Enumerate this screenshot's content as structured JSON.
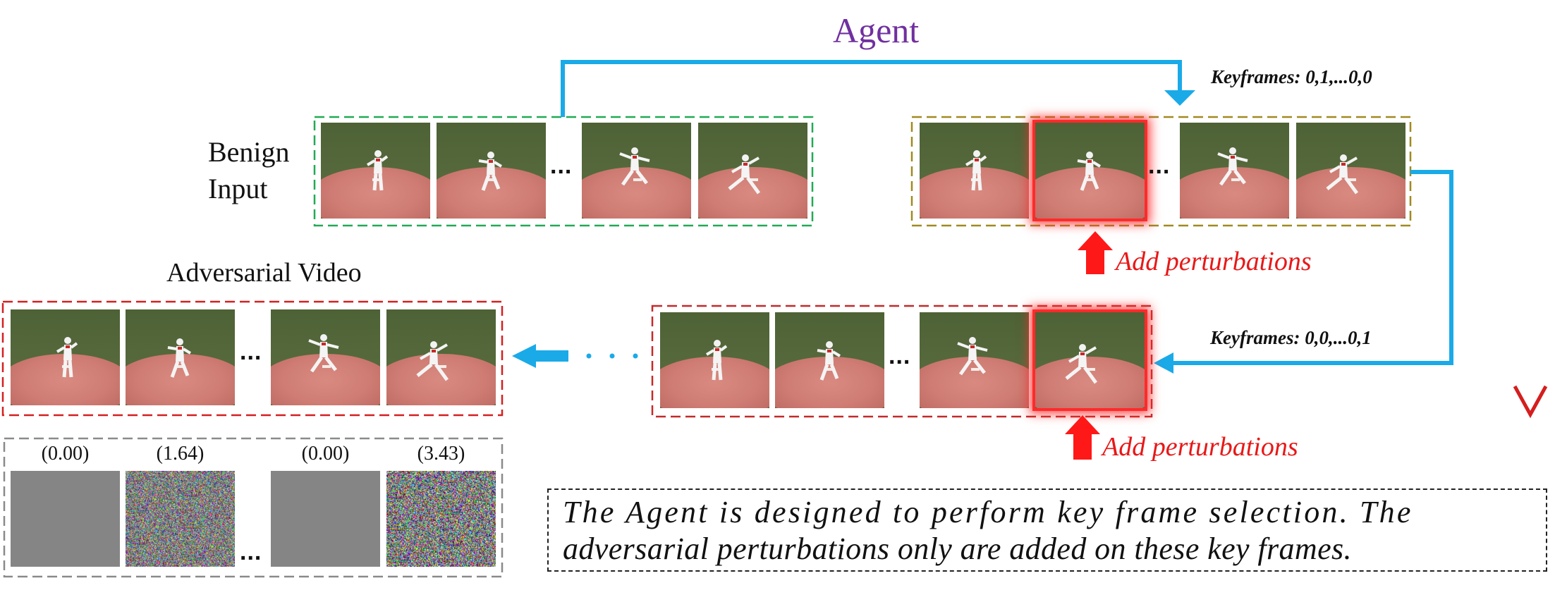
{
  "agent_label": "Agent",
  "benign_label_line1": "Benign",
  "benign_label_line2": "Input",
  "adversarial_label": "Adversarial Video",
  "keyframes_top": "Keyframes: 0,1,...0,0",
  "keyframes_bottom": "Keyframes: 0,0,...0,1",
  "add_perturbations_top": "Add perturbations",
  "add_perturbations_bottom": "Add perturbations",
  "ellipsis": "...",
  "scores": [
    "(0.00)",
    "(1.64)",
    "(0.00)",
    "(3.43)"
  ],
  "description_line1": "The Agent is designed to perform key frame selection. The",
  "description_line2": "adversarial perturbations only are added on these key frames.",
  "colors": {
    "agent_text": "#7030a0",
    "flow_arrow": "#1aaae8",
    "perturb_red": "#e81818",
    "benign_border": "#22aa55",
    "selected_border": "#a08a20",
    "adv_border": "#d42020",
    "noise_border": "#8a8a8a",
    "gradient_top": "#1cae5a",
    "gradient_bottom": "#d41e1e"
  }
}
